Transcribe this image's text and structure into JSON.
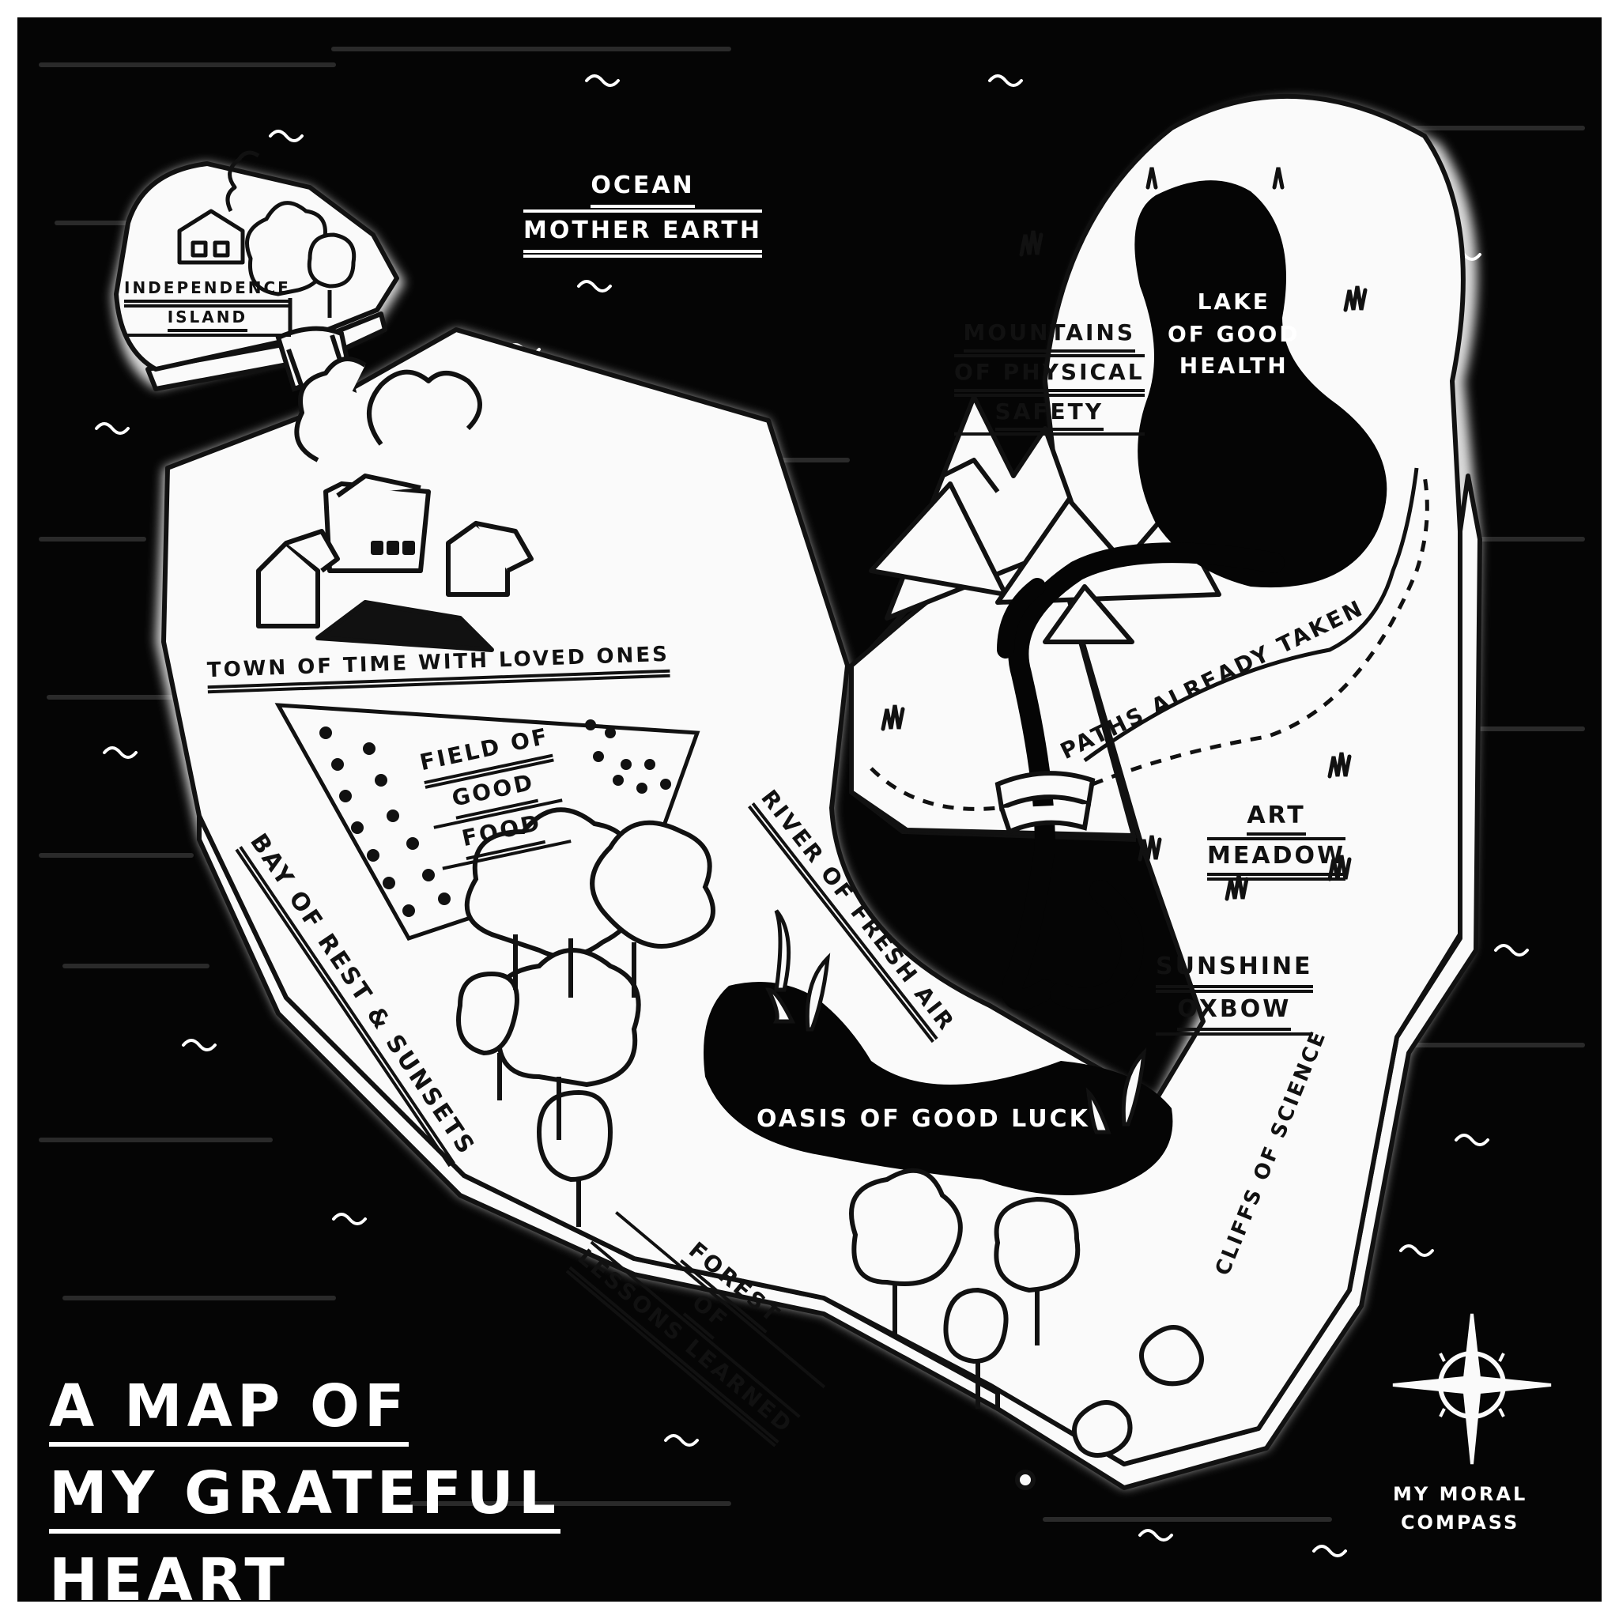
{
  "title": [
    "A MAP OF",
    "MY GRATEFUL",
    "HEART"
  ],
  "ocean": [
    "OCEAN",
    "MOTHER EARTH"
  ],
  "compass": [
    "MY MORAL",
    "COMPASS"
  ],
  "places": {
    "independence_island": [
      "INDEPENDENCE",
      "ISLAND"
    ],
    "town": "TOWN OF TIME WITH LOVED ONES",
    "field": [
      "FIELD OF",
      "GOOD",
      "FOOD"
    ],
    "bay": "BAY OF REST & SUNSETS",
    "forest": [
      "FOREST",
      "OF",
      "LESSONS LEARNED"
    ],
    "river": "RIVER OF FRESH AIR",
    "oasis": "OASIS OF GOOD LUCK",
    "mountains": [
      "MOUNTAINS",
      "OF PHYSICAL",
      "SAFETY"
    ],
    "lake": [
      "LAKE",
      "OF GOOD",
      "HEALTH"
    ],
    "paths": "PATHS ALREADY TAKEN",
    "art_meadow": [
      "ART",
      "MEADOW"
    ],
    "oxbow": [
      "SUNSHINE",
      "OXBOW"
    ],
    "cliffs": "CLIFFS OF SCIENCE"
  },
  "colors": {
    "ocean": "#050505",
    "land": "#fafafa",
    "ink": "#111111",
    "frame": "#ffffff"
  }
}
